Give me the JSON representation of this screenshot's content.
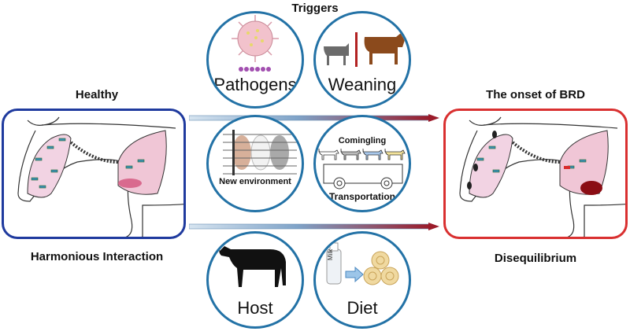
{
  "title": "Triggers",
  "left_panel": {
    "heading": "Healthy",
    "caption": "Harmonious Interaction",
    "border_color": "#1f3a9e"
  },
  "right_panel": {
    "heading": "The onset of BRD",
    "caption": "Disequilibrium",
    "border_color": "#d93030"
  },
  "circles": [
    {
      "label": "Pathogens",
      "icon": "virus-icon"
    },
    {
      "label": "Weaning",
      "icon": "calf-and-cow-icon"
    },
    {
      "label": "New environment",
      "icon": "penned-cattle-icon"
    },
    {
      "label": "Comingling",
      "sublabel": "Transportation",
      "icon": "cattle-truck-icon"
    },
    {
      "label": "Host",
      "icon": "cow-icon"
    },
    {
      "label": "Diet",
      "icon": "milk-and-hay-icon",
      "bottle_text": "Milk"
    }
  ],
  "colors": {
    "circle_border": "#2372a6",
    "arrow_start": "#d6e4f0",
    "arrow_end": "#9b1b2a"
  }
}
